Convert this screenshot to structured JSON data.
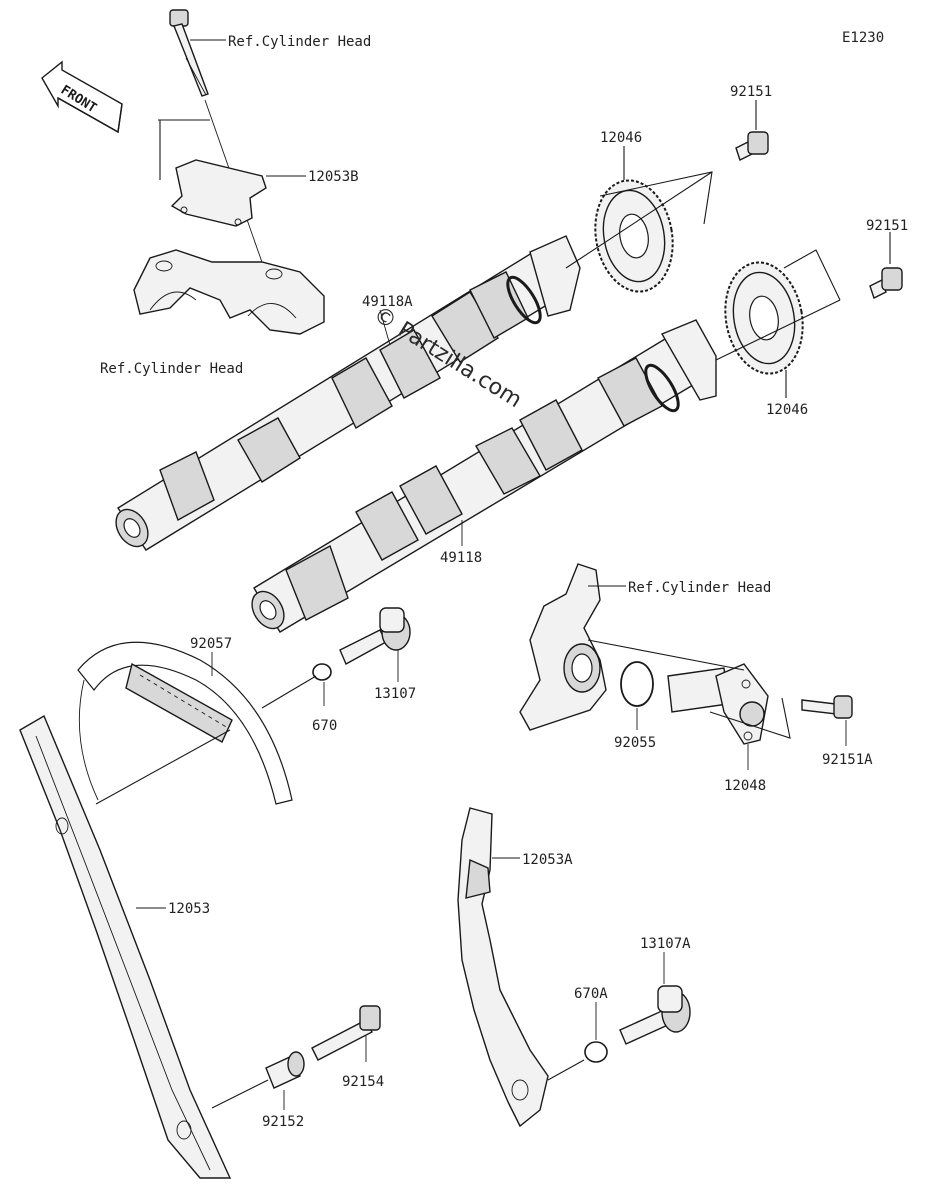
{
  "diagram": {
    "code": "E1230",
    "watermark": "© Partzilla.com",
    "front_label": "FRONT",
    "labels": {
      "ref_cyl_head_top": "Ref.Cylinder Head",
      "ref_cyl_head_left": "Ref.Cylinder Head",
      "ref_cyl_head_right": "Ref.Cylinder Head",
      "p12053B": "12053B",
      "p92151_a": "92151",
      "p92151_b": "92151",
      "p12046_a": "12046",
      "p12046_b": "12046",
      "p49118A": "49118A",
      "p49118": "49118",
      "p92057": "92057",
      "p670": "670",
      "p13107": "13107",
      "p92055": "92055",
      "p12048": "12048",
      "p92151A": "92151A",
      "p12053": "12053",
      "p12053A": "12053A",
      "p13107A": "13107A",
      "p670A": "670A",
      "p92154": "92154",
      "p92152": "92152"
    }
  }
}
